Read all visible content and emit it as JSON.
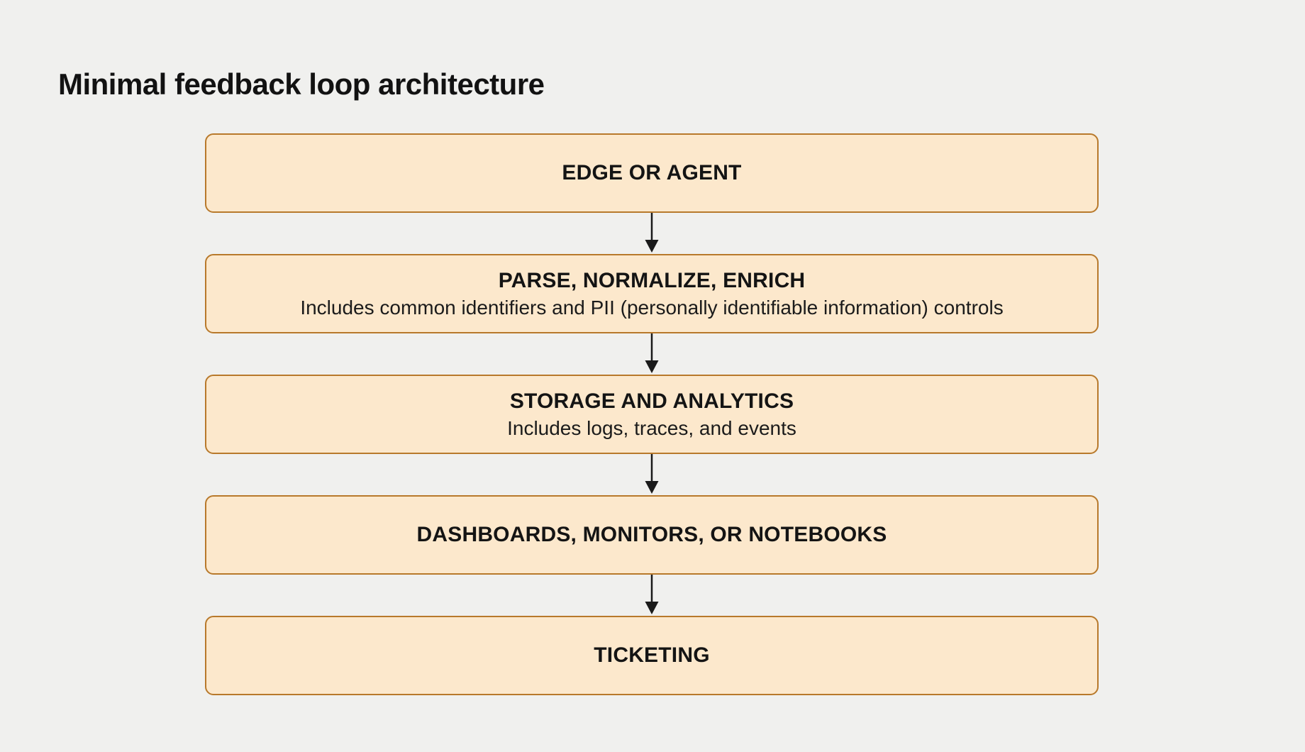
{
  "title": "Minimal feedback loop architecture",
  "colors": {
    "page_bg": "#F0F0EE",
    "box_fill": "#FCE8CC",
    "box_border": "#B8792B",
    "arrow": "#1A1A1A",
    "text": "#141414"
  },
  "diagram": {
    "direction": "top-down",
    "nodes": [
      {
        "id": "edge-or-agent",
        "label": "EDGE OR AGENT",
        "sublabel": ""
      },
      {
        "id": "parse-normalize-enrich",
        "label": "PARSE, NORMALIZE, ENRICH",
        "sublabel": "Includes common identifiers and PII (personally identifiable information) controls"
      },
      {
        "id": "storage-and-analytics",
        "label": "STORAGE AND ANALYTICS",
        "sublabel": "Includes logs, traces, and events"
      },
      {
        "id": "dashboards-monitors-notebooks",
        "label": "DASHBOARDS, MONITORS, OR NOTEBOOKS",
        "sublabel": ""
      },
      {
        "id": "ticketing",
        "label": "TICKETING",
        "sublabel": ""
      }
    ],
    "edges": [
      {
        "from": "edge-or-agent",
        "to": "parse-normalize-enrich"
      },
      {
        "from": "parse-normalize-enrich",
        "to": "storage-and-analytics"
      },
      {
        "from": "storage-and-analytics",
        "to": "dashboards-monitors-notebooks"
      },
      {
        "from": "dashboards-monitors-notebooks",
        "to": "ticketing"
      }
    ]
  }
}
